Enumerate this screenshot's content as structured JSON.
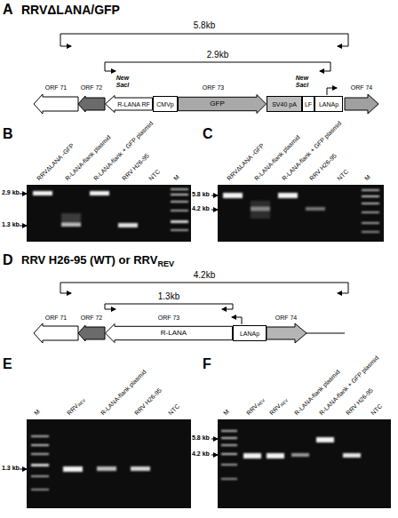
{
  "diagram": {
    "nodes": [
      {
        "text": [
          "R-LANA RF"
        ]
      },
      {
        "text": [
          "CMVp"
        ]
      },
      {
        "text": [
          "GFP"
        ]
      },
      {
        "text": [
          "SV40 pA"
        ]
      },
      {
        "text": [
          "LF"
        ]
      },
      {
        "text": [
          "LANAp"
        ]
      },
      {
        "text": [
          "R-LANA"
        ]
      },
      {
        "text": [
          "LANAp"
        ]
      }
    ],
    "labels": [
      "A",
      "RRVΔLANA/GFP",
      "5.8kb",
      "2.9kb",
      "ORF 71",
      "ORF 72",
      "New SacI",
      "ORF 73",
      "New SacI",
      "ORF 74",
      "B",
      "RRVΔLANA -GFP",
      "R-LANA-flank plasmid",
      "R-LANA-flank + GFP plasmid",
      "RRV H26-95",
      "NTC",
      "M",
      "2.9 kb",
      "1.3 kb",
      "C",
      "RRVΔLANA -GFP",
      "R-LANA-flank plasmid",
      "R-LANA-flank + GFP plasmid",
      "RRV H26-95",
      "NTC",
      "M",
      "5.8 kb",
      "4.2 kb",
      "D",
      "RRV H26-95 (WT) or RRV",
      "REV",
      "4.2kb",
      "1.3kb",
      "ORF 71",
      "ORF 72",
      "ORF 73",
      "ORF 74",
      "E",
      "M",
      "RRV",
      "REV",
      "R-LANA-flank plasmid",
      "RRV H26-95",
      "NTC",
      "1.3 kb",
      "F",
      "M",
      "RRV",
      "REV",
      "RRV",
      "REV",
      "R-LANA-flank plasmid",
      "R-LANA-flank + GFP plasmid",
      "RRV H26-95",
      "NTC",
      "5.8 kb",
      "4.2 kb"
    ]
  }
}
